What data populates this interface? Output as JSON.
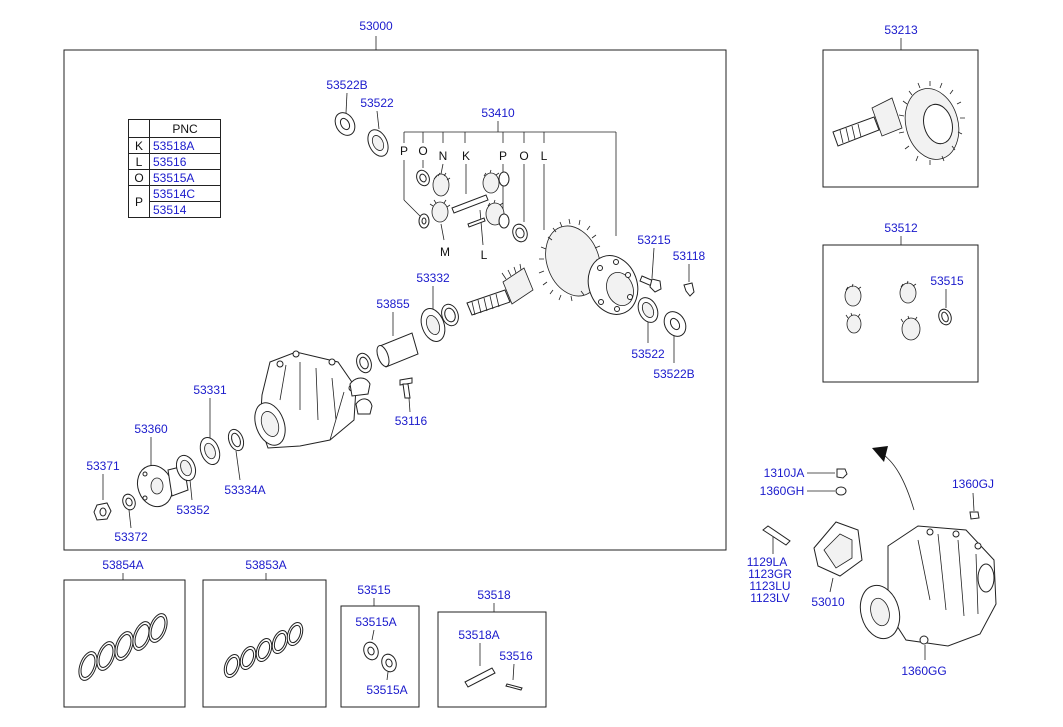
{
  "main_group": "53000",
  "pnc_table": {
    "header": "PNC",
    "rows": [
      {
        "key": "K",
        "values": [
          "53518A"
        ]
      },
      {
        "key": "L",
        "values": [
          "53516"
        ]
      },
      {
        "key": "O",
        "values": [
          "53515A"
        ]
      },
      {
        "key": "P",
        "values": [
          "53514C",
          "53514"
        ]
      }
    ]
  },
  "labels": {
    "l53522B_top": "53522B",
    "l53522_top": "53522",
    "l53410": "53410",
    "l53215": "53215",
    "l53118": "53118",
    "l53332": "53332",
    "l53855": "53855",
    "l53522_bot": "53522",
    "l53522B_bot": "53522B",
    "l53331": "53331",
    "l53116": "53116",
    "l53360": "53360",
    "l53371": "53371",
    "l53334A": "53334A",
    "l53352": "53352",
    "l53372": "53372",
    "l53213": "53213",
    "l53512": "53512",
    "l53515_side": "53515",
    "l1310JA": "1310JA",
    "l1360GH": "1360GH",
    "l1360GJ": "1360GJ",
    "l1129LA": "1129LA",
    "l1123GR": "1123GR",
    "l1123LU": "1123LU",
    "l1123LV": "1123LV",
    "l53010": "53010",
    "l1360GG": "1360GG",
    "l53854A": "53854A",
    "l53853A": "53853A",
    "l53515_box": "53515",
    "l53515A_a": "53515A",
    "l53515A_b": "53515A",
    "l53518": "53518",
    "l53518A": "53518A",
    "l53516": "53516"
  },
  "letters": {
    "P1": "P",
    "O1": "O",
    "N": "N",
    "K": "K",
    "P2": "P",
    "O2": "O",
    "L1": "L",
    "M": "M",
    "L2": "L"
  },
  "colors": {
    "link": "#1a1acc",
    "line": "#222222",
    "text": "#111111"
  }
}
